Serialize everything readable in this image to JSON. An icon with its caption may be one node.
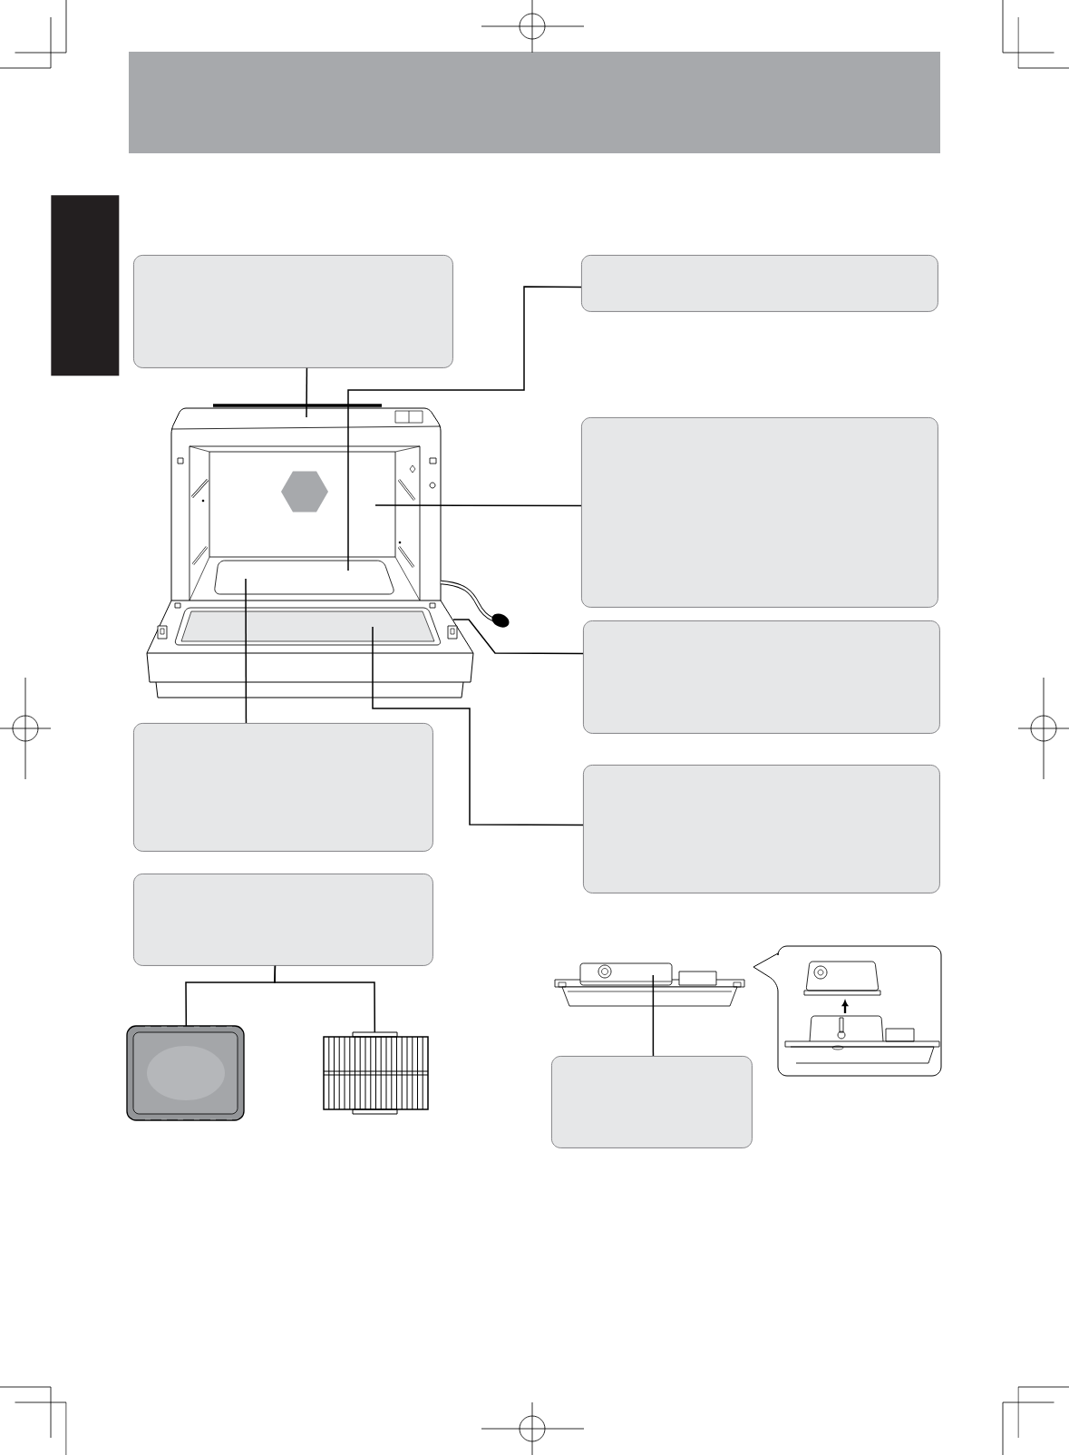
{
  "diagram": {
    "nodes": [
      {
        "text": [],
        "shape": "bar"
      },
      {
        "text": [],
        "shape": "box"
      },
      {
        "text": [],
        "shape": "box"
      },
      {
        "text": [],
        "shape": "box"
      },
      {
        "text": [],
        "shape": "box"
      },
      {
        "text": [],
        "shape": "box"
      },
      {
        "text": [],
        "shape": "box"
      },
      {
        "text": [],
        "shape": "box"
      },
      {
        "text": [],
        "shape": "picture"
      },
      {
        "text": [],
        "shape": "picture"
      },
      {
        "text": [],
        "shape": "picture"
      },
      {
        "text": [],
        "shape": "box"
      }
    ],
    "edges": [
      {
        "from": 1,
        "to": null,
        "arrow": "none"
      },
      {
        "from": 2,
        "to": null,
        "arrow": "none"
      },
      {
        "from": 3,
        "to": null,
        "arrow": "none"
      },
      {
        "from": 4,
        "to": null,
        "arrow": "none"
      },
      {
        "from": 5,
        "to": null,
        "arrow": "none"
      },
      {
        "from": 6,
        "to": null,
        "arrow": "none"
      },
      {
        "from": 7,
        "to": 9,
        "arrow": "none"
      },
      {
        "from": 7,
        "to": 10,
        "arrow": "none"
      },
      {
        "from": 11,
        "to": 8,
        "arrow": "none"
      }
    ]
  }
}
